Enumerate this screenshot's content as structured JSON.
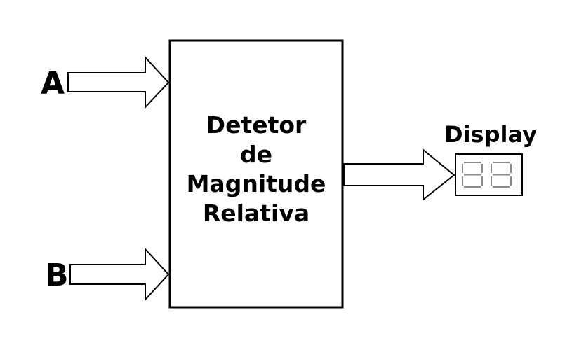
{
  "inputs": {
    "a_label": "A",
    "b_label": "B"
  },
  "block": {
    "lines": [
      "Detetor",
      "de",
      "Magnitude",
      "Relativa"
    ]
  },
  "display": {
    "title": "Display",
    "digits": 2
  },
  "colors": {
    "stroke": "#000000",
    "segment": "#8a8a8a",
    "background": "#ffffff"
  }
}
